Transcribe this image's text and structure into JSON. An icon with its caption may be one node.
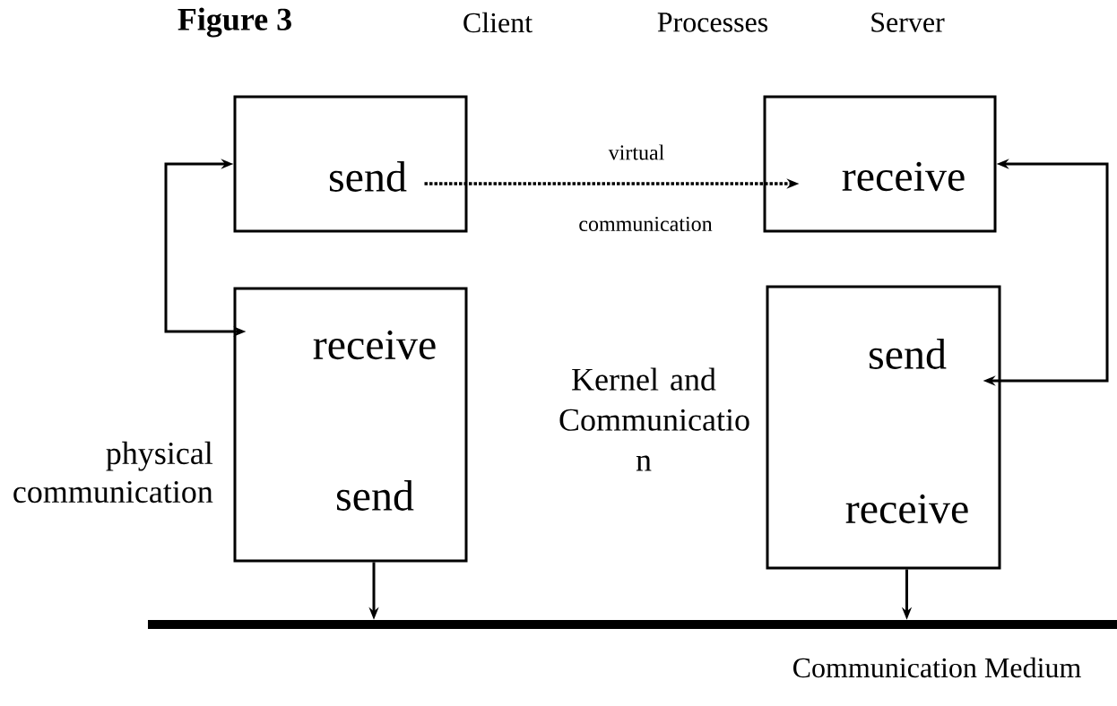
{
  "diagram": {
    "title": "Figure 3",
    "nodes": [
      {
        "text": [
          "send"
        ]
      },
      {
        "text": [
          "receive"
        ]
      },
      {
        "text": [
          "receive",
          "send"
        ]
      },
      {
        "text": [
          "send",
          "receive"
        ]
      },
      {
        "text": [],
        "shape": "bar",
        "beside": [
          "Communication Medium"
        ]
      }
    ],
    "edges": [
      {
        "from": 0,
        "to": 1,
        "arrow": "to",
        "style": "dashed"
      },
      {
        "from": 0,
        "to": 2,
        "arrow": "both"
      },
      {
        "from": 3,
        "to": 1,
        "arrow": "both"
      },
      {
        "from": 2,
        "to": 4,
        "arrow": "to"
      },
      {
        "from": 3,
        "to": 4,
        "arrow": "to"
      }
    ],
    "labels": [
      "Client",
      "Processes",
      "Server",
      "virtual",
      "communication",
      "Kernel and Communicatio n",
      "physical communication"
    ]
  }
}
